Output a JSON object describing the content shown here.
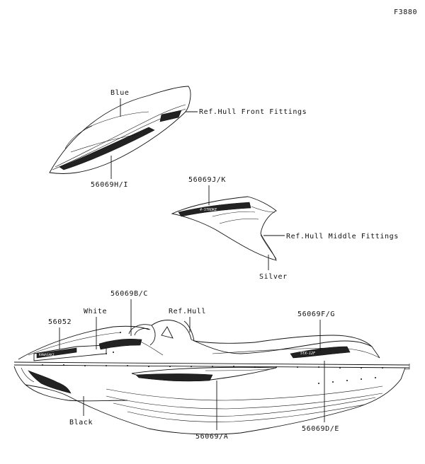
{
  "figure_id": "F3880",
  "labels": {
    "blue": "Blue",
    "ref_hull_front": "Ref.Hull Front Fittings",
    "part_56069hi": "56069H/I",
    "part_56069jk": "56069J/K",
    "ref_hull_middle": "Ref.Hull Middle Fittings",
    "silver": "Silver",
    "part_56069bc": "56069B/C",
    "white": "White",
    "ref_hull": "Ref.Hull",
    "part_56052": "56052",
    "part_56069fg": "56069F/G",
    "black": "Black",
    "part_56069a": "56069/A",
    "part_56069de": "56069D/E"
  },
  "decal_text": {
    "brand": "KAWASAKI",
    "stroke": "4-STROKE",
    "model": "STX-12F"
  }
}
